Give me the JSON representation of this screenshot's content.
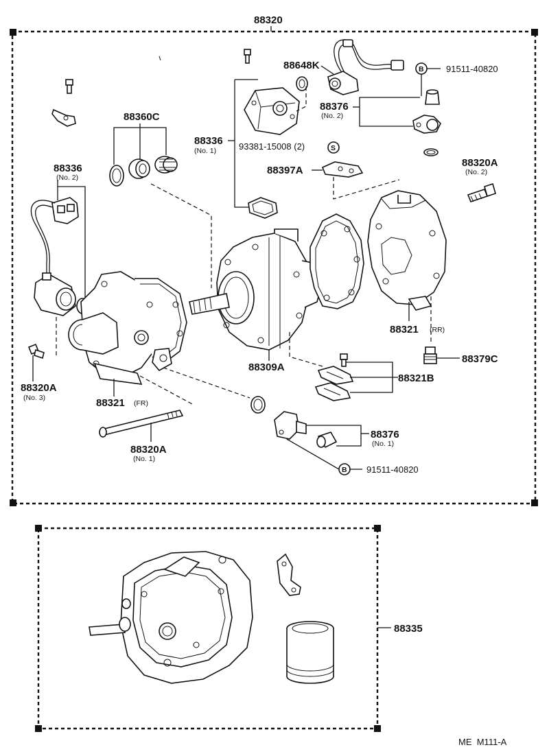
{
  "assembly": {
    "main_part": "88320",
    "footer_code": "ME  M111-A"
  },
  "callouts": {
    "c88648k": "88648K",
    "c91511_top": "91511-40820",
    "c88376_no2": "88376",
    "c88376_no2_sub": "(No. 2)",
    "c88360c": "88360C",
    "c88336_no1": "88336",
    "c88336_no1_sub": "(No. 1)",
    "c93381": "93381-15008 (2)",
    "c88397a": "88397A",
    "c88320a_no2": "88320A",
    "c88320a_no2_sub": "(No. 2)",
    "c88336_no2": "88336",
    "c88336_no2_sub": "(No. 2)",
    "c88321_rr": "88321",
    "c88321_rr_sub": "(RR)",
    "c88379c": "88379C",
    "c88309a": "88309A",
    "c88321b": "88321B",
    "c88320a_no3": "88320A",
    "c88320a_no3_sub": "(No. 3)",
    "c88321_fr": "88321",
    "c88321_fr_sub": "(FR)",
    "c88320a_no1": "88320A",
    "c88320a_no1_sub": "(No. 1)",
    "c88376_no1": "88376",
    "c88376_no1_sub": "(No. 1)",
    "c91511_bottom": "91511-40820",
    "c88335": "88335"
  },
  "markers": {
    "bolt_symbol": "B",
    "screw_symbol": "S"
  }
}
